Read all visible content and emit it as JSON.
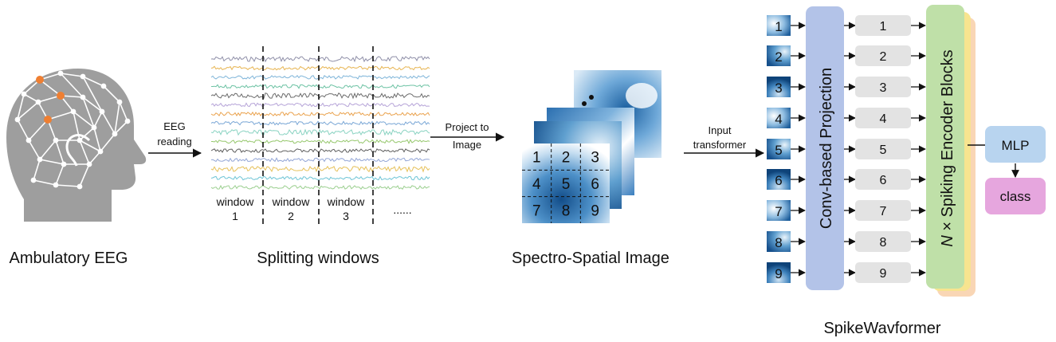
{
  "stages": {
    "ambulatory": {
      "caption": "Ambulatory EEG"
    },
    "eeg_reading": {
      "line1": "EEG",
      "line2": "reading"
    },
    "splitting": {
      "caption": "Splitting windows",
      "windows": [
        {
          "word": "window",
          "num": "1"
        },
        {
          "word": "window",
          "num": "2"
        },
        {
          "word": "window",
          "num": "3"
        }
      ],
      "ellipsis": "......",
      "trace_colors": [
        "#8f8fa8",
        "#e7b450",
        "#7fb5d9",
        "#6cc2a3",
        "#6c6c6c",
        "#b6a4d8",
        "#eaa24d",
        "#7aa7d6",
        "#8ad3c2",
        "#97c86e",
        "#5d5d5d",
        "#93a6d6",
        "#e6c15a",
        "#6fc5d6",
        "#9bcf8f"
      ]
    },
    "project": {
      "line1": "Project to",
      "line2": "Image"
    },
    "spectro": {
      "caption": "Spectro-Spatial Image",
      "grid_labels": [
        "1",
        "2",
        "3",
        "4",
        "5",
        "6",
        "7",
        "8",
        "9"
      ]
    },
    "input": {
      "line1": "Input",
      "line2": "transformer"
    },
    "model": {
      "caption": "SpikeWavformer",
      "patch_labels": [
        "1",
        "2",
        "3",
        "4",
        "5",
        "6",
        "7",
        "8",
        "9"
      ],
      "token_labels": [
        "1",
        "2",
        "3",
        "4",
        "5",
        "6",
        "7",
        "8",
        "9"
      ],
      "conv_label": "Conv-based Projection",
      "encoder_prefix": "N",
      "encoder_label": " × Spiking Encoder Blocks",
      "mlp_label": "MLP",
      "class_label": "class"
    }
  },
  "colors": {
    "conv_box": "#b3c3e8",
    "encoder_box": "#bfe0a8",
    "encoder_back1": "#f7e48f",
    "encoder_back2": "#f9d6b5",
    "mlp_box": "#b8d4ef",
    "class_box": "#e6a6de",
    "token_box": "#e3e3e3",
    "head_gray": "#9e9e9e",
    "electrode": "#ef7f32"
  }
}
